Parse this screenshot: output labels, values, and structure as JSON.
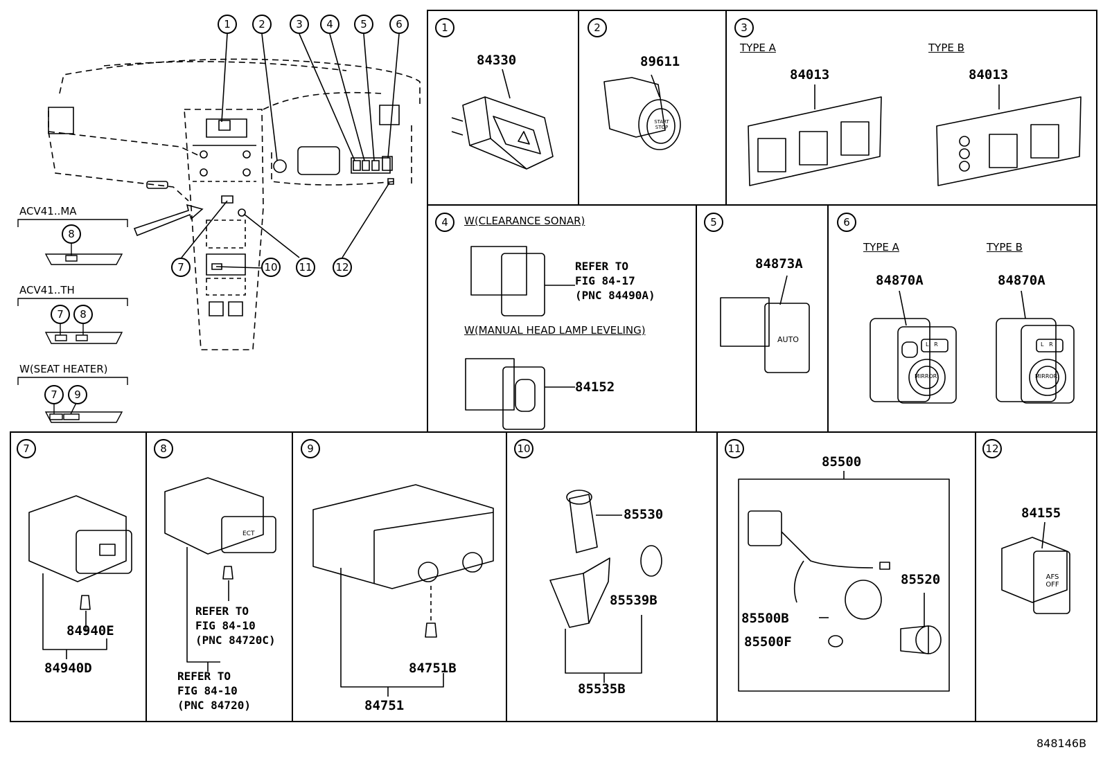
{
  "overview": {
    "callouts": [
      "1",
      "2",
      "3",
      "4",
      "5",
      "6",
      "7",
      "8",
      "9",
      "10",
      "11",
      "12"
    ],
    "variants": [
      {
        "label": "ACV41..MA",
        "callouts": [
          "8"
        ]
      },
      {
        "label": "ACV41..TH",
        "callouts": [
          "7",
          "8"
        ]
      },
      {
        "label": "W(SEAT HEATER)",
        "callouts": [
          "7",
          "9"
        ]
      }
    ]
  },
  "panels": {
    "p1": {
      "num": "1",
      "part": "84330"
    },
    "p2": {
      "num": "2",
      "part": "89611",
      "button_text": "START STOP"
    },
    "p3": {
      "num": "3",
      "type_a": "TYPE A",
      "type_b": "TYPE B",
      "part_a": "84013",
      "part_b": "84013"
    },
    "p4": {
      "num": "4",
      "cond1": "W(CLEARANCE SONAR)",
      "ref1": "REFER TO\nFIG 84-17\n(PNC 84490A)",
      "cond2": "W(MANUAL HEAD LAMP LEVELING)",
      "part2": "84152"
    },
    "p5": {
      "num": "5",
      "part": "84873A",
      "switch_text": "AUTO"
    },
    "p6": {
      "num": "6",
      "type_a": "TYPE A",
      "type_b": "TYPE B",
      "part_a": "84870A",
      "part_b": "84870A",
      "switch_text": "MIRROR",
      "lr": "L   R"
    },
    "p7": {
      "num": "7",
      "part1": "84940E",
      "part2": "84940D"
    },
    "p8": {
      "num": "8",
      "ref1": "REFER TO\nFIG 84-10\n(PNC 84720C)",
      "ref2": "REFER TO\nFIG 84-10\n(PNC 84720)",
      "switch_text": "ECT"
    },
    "p9": {
      "num": "9",
      "part1": "84751B",
      "part2": "84751"
    },
    "p10": {
      "num": "10",
      "part1": "85530",
      "part2": "85539B",
      "part3": "85535B"
    },
    "p11": {
      "num": "11",
      "part1": "85500",
      "part2": "85520",
      "part3": "85500B",
      "part4": "85500F"
    },
    "p12": {
      "num": "12",
      "part": "84155",
      "switch_text": "AFS OFF"
    }
  },
  "figure_code": "848146B"
}
